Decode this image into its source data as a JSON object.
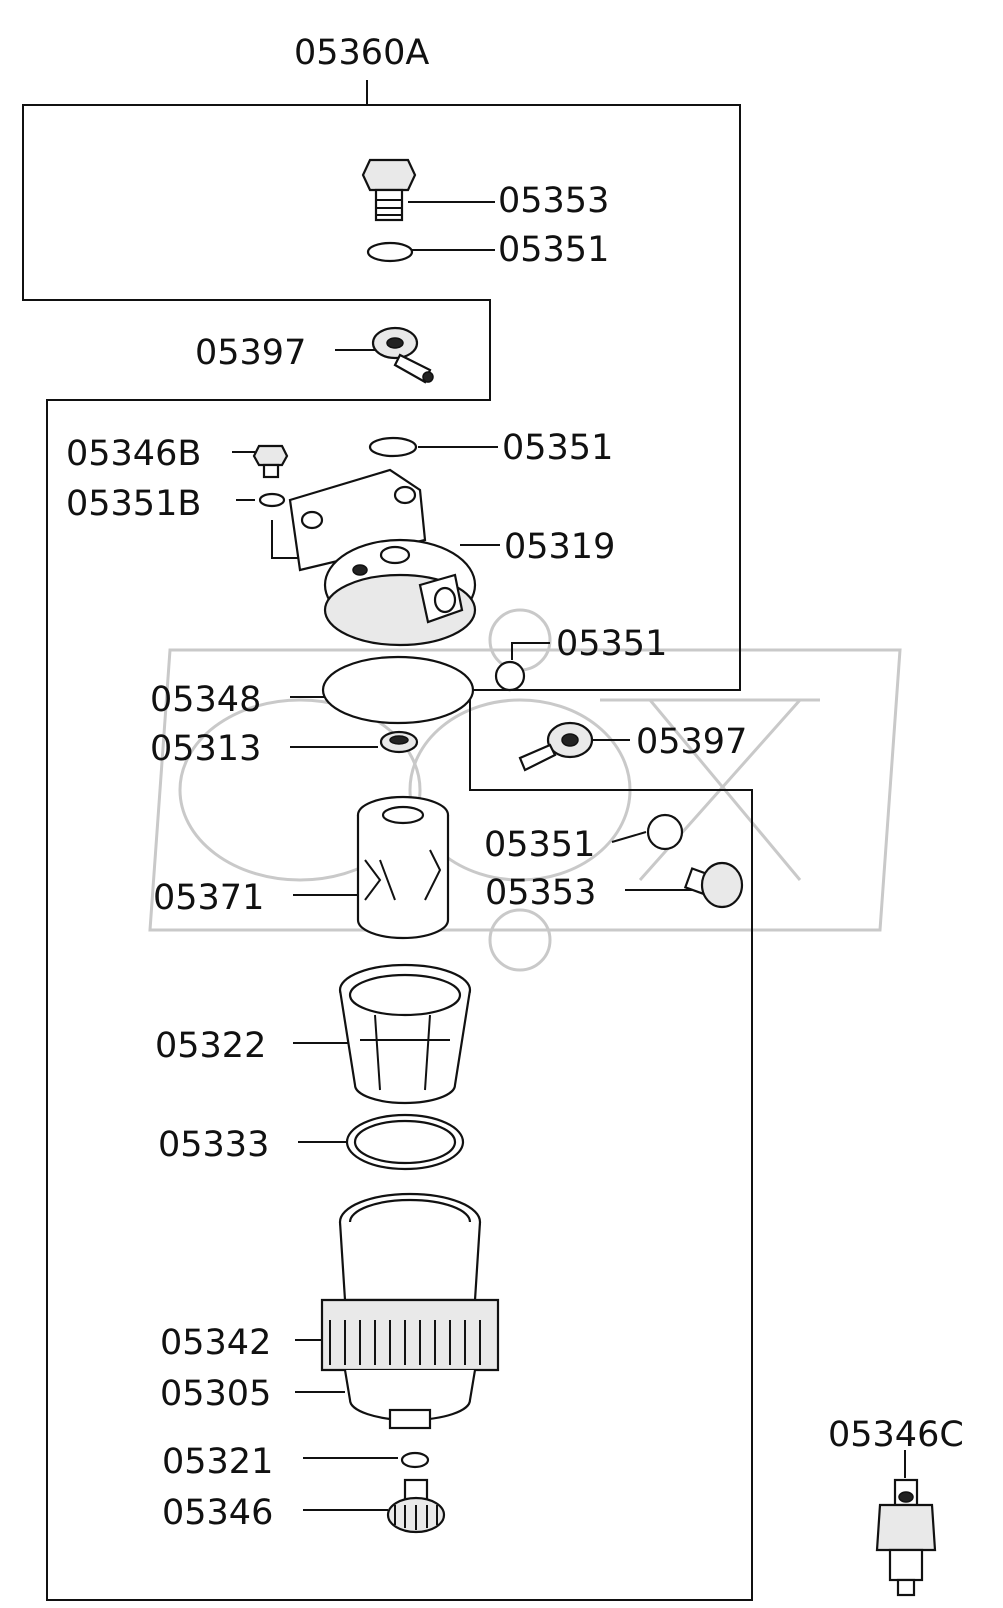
{
  "labels": {
    "assembly": "05360A",
    "hollow_bolt_top": "05353",
    "washer_top": "05351",
    "eye_joint_top": "05397",
    "bolt_b": "05346B",
    "washer_b": "05351B",
    "washer_head_top": "05351",
    "filter_head": "05319",
    "washer_head_side": "05351",
    "gasket": "05348",
    "seal": "05313",
    "eye_joint_side": "05397",
    "washer_side": "05351",
    "hollow_bolt_side": "05353",
    "element": "05371",
    "strainer_cup": "05322",
    "o_ring": "05333",
    "bowl": "05342",
    "ring_nut": "05305",
    "drain_washer": "05321",
    "drain_plug": "05346",
    "sensor": "05346C"
  },
  "watermark": "OPEX"
}
